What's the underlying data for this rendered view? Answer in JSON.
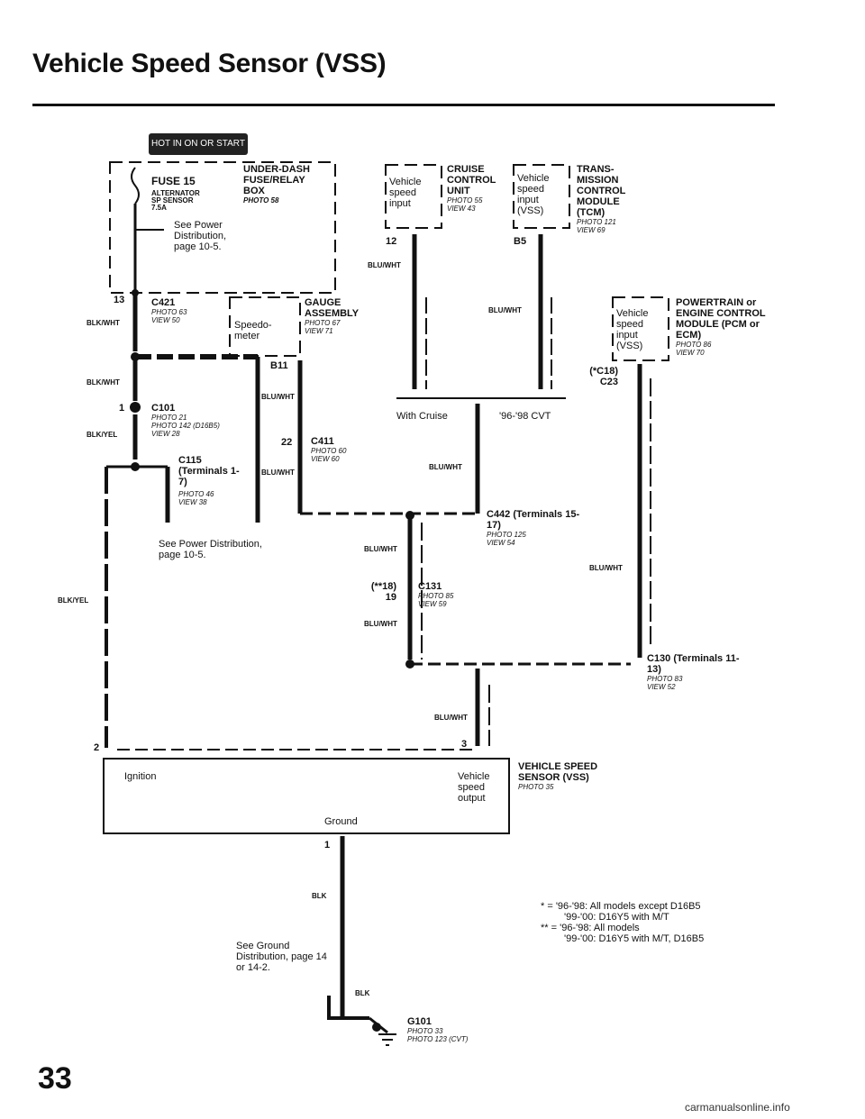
{
  "title": "Vehicle Speed Sensor (VSS)",
  "hot_label": "HOT IN ON OR START",
  "fuse": {
    "name": "FUSE 15",
    "sub1": "ALTERNATOR",
    "sub2": "SP SENSOR",
    "amps": "7.5A",
    "see": "See Power Distribution, page 10-5."
  },
  "underdash": {
    "name": "UNDER-DASH FUSE/RELAY BOX",
    "photo": "PHOTO 58"
  },
  "cruise": {
    "inner": "Vehicle speed input",
    "name": "CRUISE CONTROL UNIT",
    "photo": "PHOTO 55",
    "view": "VIEW 43",
    "pin": "12"
  },
  "tcm": {
    "inner": "Vehicle speed input (VSS)",
    "name": "TRANS-MISSION CONTROL MODULE (TCM)",
    "photo": "PHOTO 121",
    "view": "VIEW 69",
    "pin": "B5"
  },
  "gauge": {
    "inner": "Speedo-meter",
    "name": "GAUGE ASSEMBLY",
    "photo": "PHOTO 67",
    "view": "VIEW 71",
    "pin": "B11"
  },
  "pcm": {
    "inner": "Vehicle speed input (VSS)",
    "name": "POWERTRAIN or ENGINE CONTROL MODULE (PCM or ECM)",
    "photo": "PHOTO 86",
    "view": "VIEW 70",
    "pin": "(*C18) C23"
  },
  "c421": {
    "pin": "13",
    "name": "C421",
    "photo": "PHOTO 63",
    "view": "VIEW 50"
  },
  "c101": {
    "pin": "1",
    "name": "C101",
    "photo": "PHOTO 21",
    "photo2": "PHOTO 142 (D16B5)",
    "view": "VIEW 28"
  },
  "c115": {
    "name": "C115 (Terminals 1-7)",
    "photo": "PHOTO 46",
    "view": "VIEW 38"
  },
  "c411": {
    "pin": "22",
    "name": "C411",
    "photo": "PHOTO 60",
    "view": "VIEW 60"
  },
  "c442": {
    "name": "C442 (Terminals 15-17)",
    "photo": "PHOTO 125",
    "view": "VIEW 54"
  },
  "c131": {
    "pin": "(**18) 19",
    "name": "C131",
    "photo": "PHOTO 85",
    "view": "VIEW 59"
  },
  "c130": {
    "name": "C130 (Terminals 11-13)",
    "photo": "PHOTO 83",
    "view": "VIEW 52"
  },
  "labels": {
    "with_cruise": "With Cruise",
    "cvt": "'96-'98 CVT",
    "see_power": "See Power Distribution, page 10-5.",
    "see_ground": "See Ground Distribution, page 14 or 14-2."
  },
  "wires": {
    "blkwht": "BLK/WHT",
    "blkyel": "BLK/YEL",
    "bluwht": "BLU/WHT",
    "blk": "BLK"
  },
  "vss": {
    "name": "VEHICLE SPEED SENSOR (VSS)",
    "photo": "PHOTO 35",
    "ignition": "Ignition",
    "output": "Vehicle speed output",
    "ground": "Ground",
    "pin_ign": "2",
    "pin_out": "3",
    "pin_gnd": "1"
  },
  "g101": {
    "name": "G101",
    "photo": "PHOTO 33",
    "photo2": "PHOTO 123 (CVT)"
  },
  "notes": {
    "n1": "* = '96-'98: All models except D16B5",
    "n1b": "'99-'00: D16Y5 with M/T",
    "n2": "** = '96-'98: All models",
    "n2b": "'99-'00: D16Y5 with M/T, D16B5"
  },
  "page": "33",
  "footer": "carmanualsonline.info"
}
